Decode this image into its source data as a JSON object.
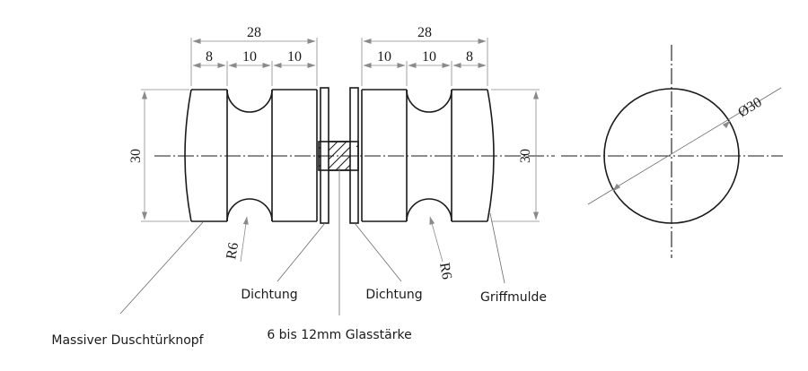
{
  "dimensions": {
    "left_total": "28",
    "left_seg1": "8",
    "left_seg2": "10",
    "left_seg3": "10",
    "right_total": "28",
    "right_seg1": "10",
    "right_seg2": "10",
    "right_seg3": "8",
    "height_left": "30",
    "height_right": "30",
    "radius_left": "R6",
    "radius_right": "R6",
    "diameter": "Ø30"
  },
  "labels": {
    "seal_left": "Dichtung",
    "seal_right": "Dichtung",
    "grip_recess": "Griffmulde",
    "solid_knob": "Massiver Duschtürknopf",
    "glass_thickness": "6 bis 12mm Glasstärke"
  },
  "colors": {
    "line": "#1a1a1a",
    "dimension": "#8a8a8a",
    "background": "#ffffff"
  }
}
